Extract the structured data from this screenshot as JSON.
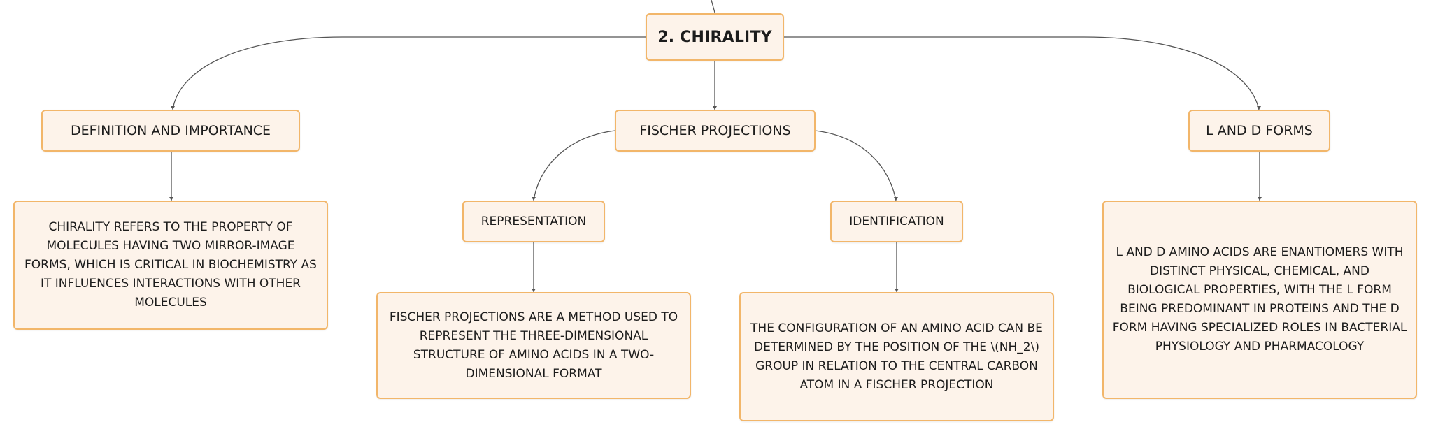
{
  "nodes": {
    "root": "2. CHIRALITY",
    "definition": "DEFINITION AND IMPORTANCE",
    "definition_detail": "CHIRALITY REFERS TO THE PROPERTY OF MOLECULES HAVING TWO MIRROR-IMAGE FORMS, WHICH IS CRITICAL IN BIOCHEMISTRY AS IT INFLUENCES INTERACTIONS WITH OTHER MOLECULES",
    "fischer": "FISCHER PROJECTIONS",
    "representation": "REPRESENTATION",
    "representation_detail": "FISCHER PROJECTIONS ARE A METHOD USED TO REPRESENT THE THREE-DIMENSIONAL STRUCTURE OF AMINO ACIDS IN A TWO-DIMENSIONAL FORMAT",
    "identification": "IDENTIFICATION",
    "identification_detail": "THE CONFIGURATION OF AN AMINO ACID CAN BE DETERMINED BY THE POSITION OF THE \\(NH_2\\) GROUP IN RELATION TO THE CENTRAL CARBON ATOM IN A FISCHER PROJECTION",
    "ld_forms": "L AND D FORMS",
    "ld_detail": "L AND D AMINO ACIDS ARE ENANTIOMERS WITH DISTINCT PHYSICAL, CHEMICAL, AND BIOLOGICAL PROPERTIES, WITH THE L FORM BEING PREDOMINANT IN PROTEINS AND THE D FORM HAVING SPECIALIZED ROLES IN BACTERIAL PHYSIOLOGY AND PHARMACOLOGY"
  },
  "colors": {
    "node_fill": "#fdf3ea",
    "node_border": "#f2b66a",
    "connector": "#555555",
    "text": "#1c1c1c"
  }
}
